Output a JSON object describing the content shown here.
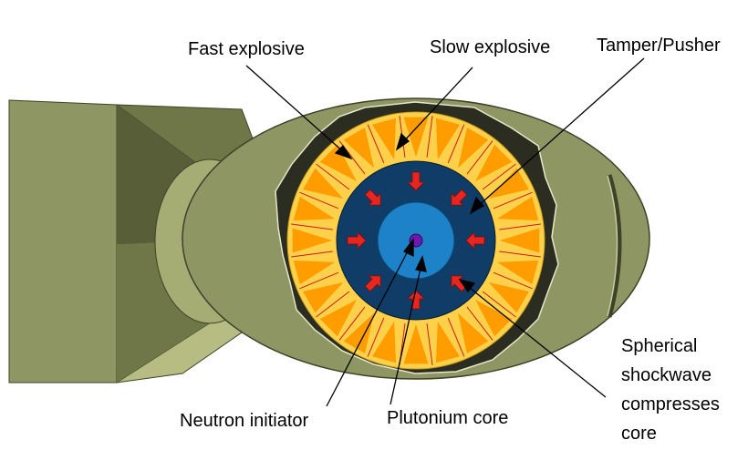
{
  "labels": {
    "fast_explosive": "Fast explosive",
    "slow_explosive": "Slow explosive",
    "tamper_pusher": "Tamper/Pusher",
    "neutron_initiator": "Neutron initiator",
    "plutonium_core": "Plutonium core",
    "shockwave_line1": "Spherical",
    "shockwave_line2": "shockwave",
    "shockwave_line3": "compresses",
    "shockwave_line4": "core"
  },
  "colors": {
    "casing": "#8e9664",
    "casing_dark": "#5f6640",
    "fin_dark": "#575e38",
    "fin_light": "#b7bd82",
    "gap_dark": "#2a2d1f",
    "fast_explosive": "#ffd14a",
    "slow_explosive": "#ff9d00",
    "lens_line": "#cc1a1a",
    "tamper": "#0f3d68",
    "plutonium": "#1e82c8",
    "initiator": "#6a1ab0",
    "arrow": "#e8251f"
  },
  "icons": {
    "compression_arrow": "red-inward-arrow-icon"
  }
}
